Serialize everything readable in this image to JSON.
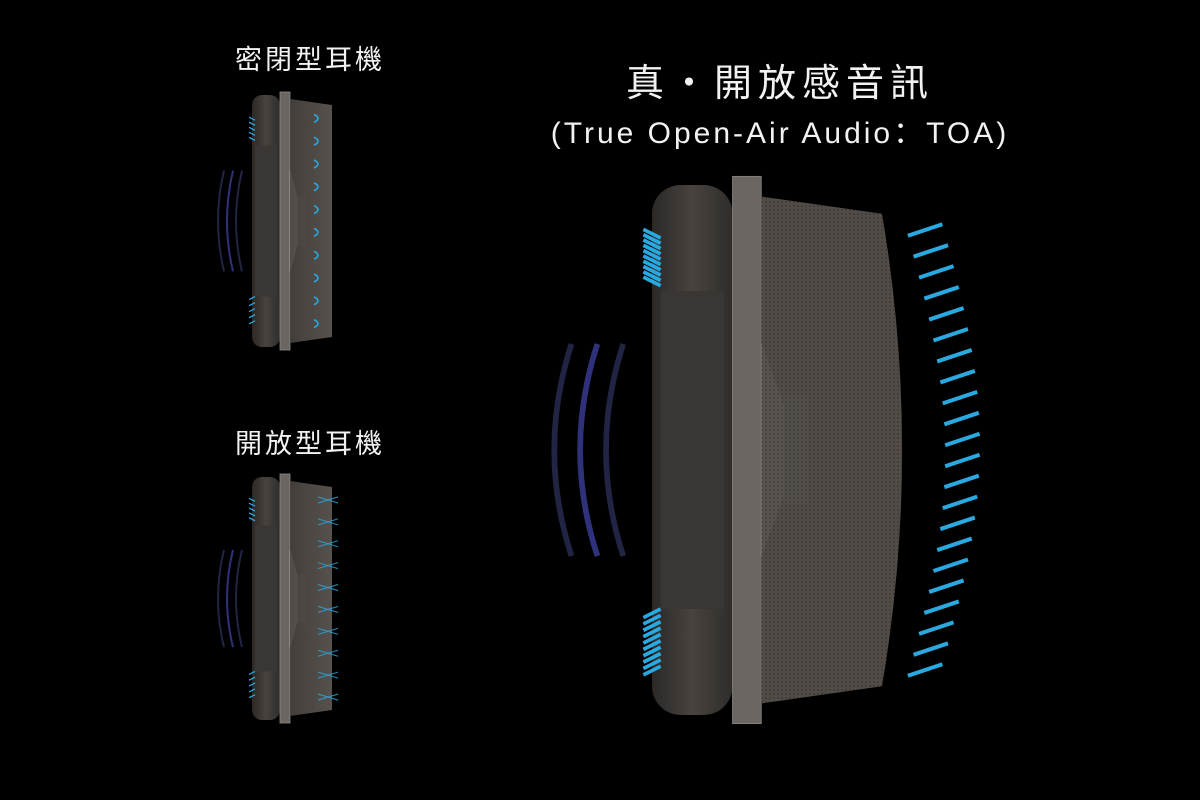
{
  "closed": {
    "label": "密閉型耳機"
  },
  "open": {
    "label": "開放型耳機"
  },
  "toa": {
    "title": "真・開放感音訊",
    "subtitle": "(True Open-Air Audio：TOA)"
  },
  "colors": {
    "background": "#000000",
    "cushion": "#3d3936",
    "shell": "#55504c",
    "wave": "#2aa8e0",
    "outer_wave": "#3b3f9a"
  }
}
